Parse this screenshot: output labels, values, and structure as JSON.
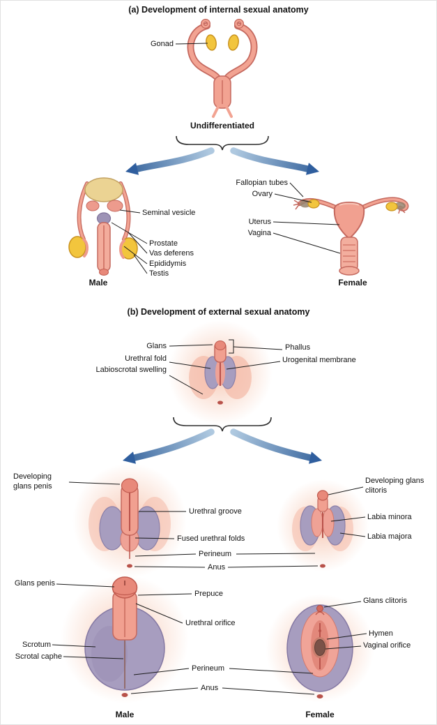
{
  "figure": {
    "section_a": {
      "title": "(a) Development of internal sexual anatomy",
      "undifferentiated_caption": "Undifferentiated",
      "gonad": "Gonad",
      "male": {
        "caption": "Male",
        "seminal_vesicle": "Seminal vesicle",
        "prostate": "Prostate",
        "vas_deferens": "Vas deferens",
        "epididymis": "Epididymis",
        "testis": "Testis"
      },
      "female": {
        "caption": "Female",
        "fallopian_tubes": "Fallopian tubes",
        "ovary": "Ovary",
        "uterus": "Uterus",
        "vagina": "Vagina"
      }
    },
    "section_b": {
      "title": "(b) Development of external sexual anatomy",
      "undifferentiated": {
        "glans": "Glans",
        "urethral_fold": "Urethral fold",
        "labioscrotal_swelling": "Labioscrotal swelling",
        "phallus": "Phallus",
        "urogenital_membrane": "Urogenital membrane"
      },
      "developing": {
        "glans_penis": "Developing glans penis",
        "urethral_groove": "Urethral groove",
        "fused_urethral_folds": "Fused urethral folds",
        "perineum": "Perineum",
        "anus": "Anus",
        "glans_clitoris": "Developing glans clitoris",
        "labia_minora": "Labia minora",
        "labia_majora": "Labia majora"
      },
      "mature": {
        "male_caption": "Male",
        "female_caption": "Female",
        "glans_penis": "Glans penis",
        "prepuce": "Prepuce",
        "urethral_orifice": "Urethral orifice",
        "scrotum": "Scrotum",
        "scrotal_caphe": "Scrotal caphe",
        "perineum": "Perineum",
        "anus": "Anus",
        "glans_clitoris": "Glans clitoris",
        "hymen": "Hymen",
        "vaginal_orifice": "Vaginal orifice"
      }
    },
    "colors": {
      "salmon": "#F2A392",
      "salmon_dark": "#C4685E",
      "purple": "#A79DBF",
      "gonad_yellow": "#F2C53D",
      "arrow_blue": "#3E6FA8",
      "glow_pink": "#F6C3AE"
    }
  }
}
